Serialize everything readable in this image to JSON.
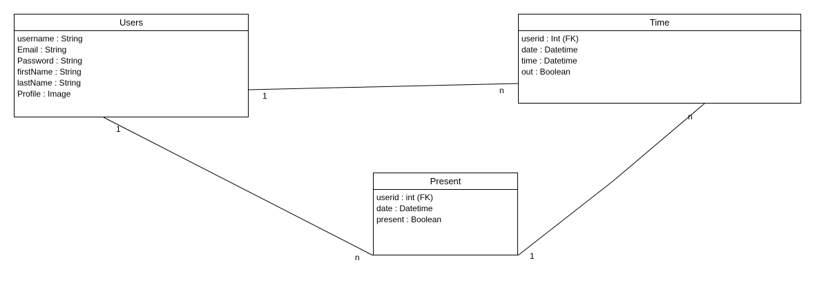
{
  "entities": {
    "users": {
      "title": "Users",
      "attributes": [
        "username : String",
        "Email : String",
        "Password : String",
        "firstName : String",
        "lastName : String",
        "Profile : Image"
      ]
    },
    "time": {
      "title": "Time",
      "attributes": [
        "userid : Int (FK)",
        "date : Datetime",
        "time : Datetime",
        "out : Boolean"
      ]
    },
    "present": {
      "title": "Present",
      "attributes": [
        "userid : int (FK)",
        "date : Datetime",
        "present : Boolean"
      ]
    }
  },
  "relations": {
    "users_time": {
      "from_cardinality": "1",
      "to_cardinality": "n"
    },
    "users_present": {
      "from_cardinality": "1",
      "to_cardinality": "n"
    },
    "time_present": {
      "from_cardinality": "n",
      "to_cardinality": "1"
    }
  }
}
